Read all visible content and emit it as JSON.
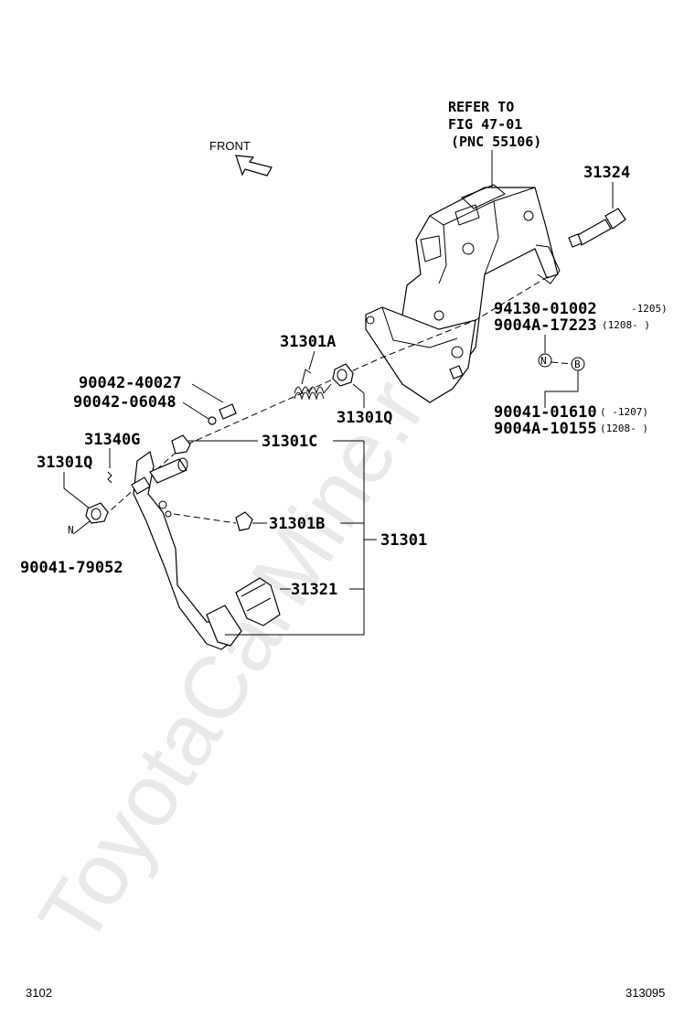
{
  "diagram": {
    "front_label": "FRONT",
    "refer": {
      "line1": "REFER TO",
      "line2": "FIG 47-01",
      "line3": "(PNC 55106)"
    },
    "parts": {
      "p31324": "31324",
      "p94130": "94130-01002",
      "p94130_note": "-1205)",
      "p9004a_17223": "9004A-17223",
      "p9004a_17223_note": "(1208-     )",
      "badge_n": "N",
      "badge_b": "B",
      "p90041_01610": "90041-01610",
      "p90041_01610_note": "(     -1207)",
      "p9004a_10155": "9004A-10155",
      "p9004a_10155_note": "(1208-     )",
      "p31301a": "31301A",
      "p31301q_top": "31301Q",
      "p90042_40027": "90042-40027",
      "p90042_06048": "90042-06048",
      "p31340g": "31340G",
      "p31301c": "31301C",
      "p31301q_left": "31301Q",
      "badge_n_left": "N",
      "p90041_79052": "90041-79052",
      "p31301b": "31301B",
      "p31301": "31301",
      "p31321": "31321"
    },
    "footer": {
      "left": "3102",
      "right": "313095"
    },
    "watermark": "ToyotaCarMine.ru"
  }
}
